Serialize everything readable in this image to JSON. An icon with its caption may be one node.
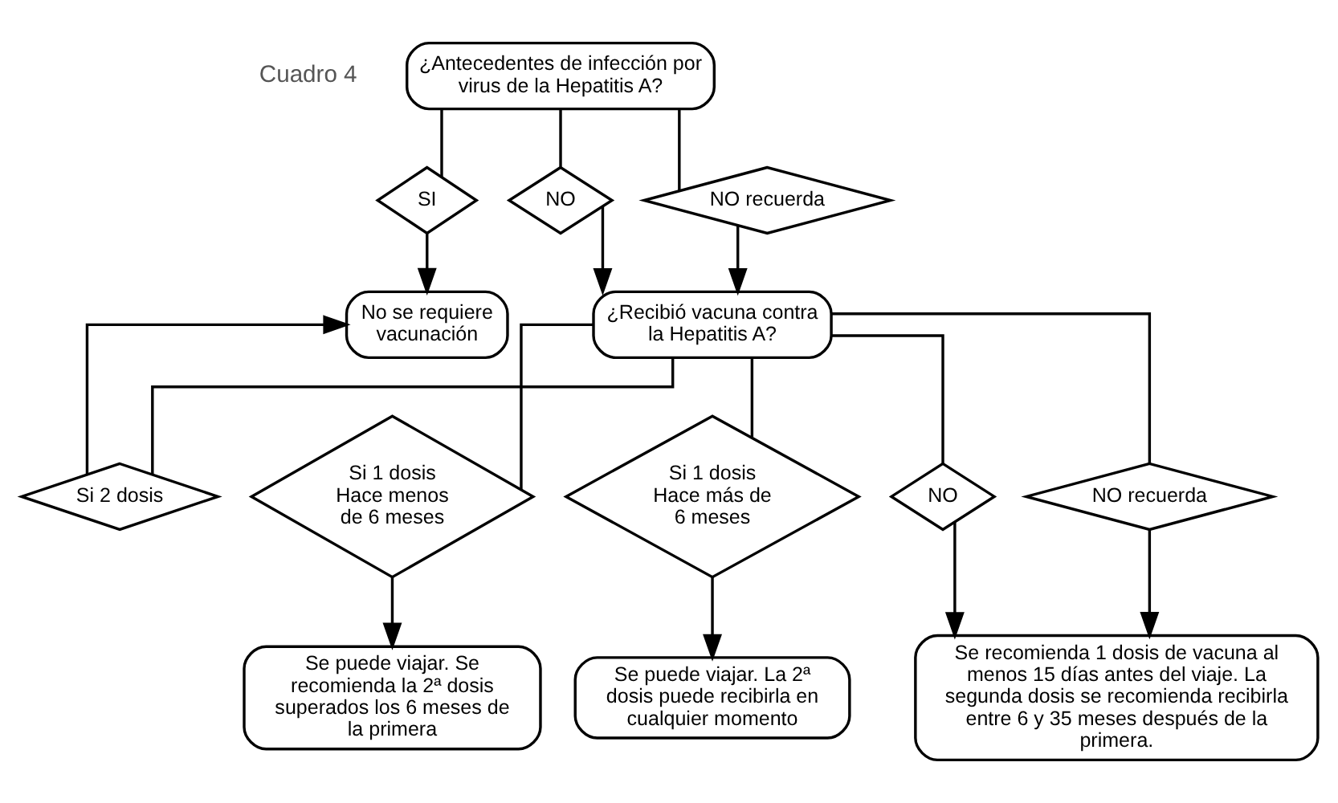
{
  "diagram": {
    "nodes": [
      {
        "text": [
          "¿Antecedentes de infección por virus de la Hepatitis A?"
        ]
      },
      {
        "text": [
          "SI"
        ]
      },
      {
        "text": [
          "NO"
        ]
      },
      {
        "text": [
          "NO recuerda"
        ]
      },
      {
        "text": [
          "No se requiere vacunación"
        ]
      },
      {
        "text": [
          "¿Recibió vacuna contra la Hepatitis A?"
        ]
      },
      {
        "text": [
          "Si 2 dosis"
        ]
      },
      {
        "text": [
          "Si 1 dosis Hace menos de 6 meses"
        ]
      },
      {
        "text": [
          "Si 1 dosis Hace más de 6 meses"
        ]
      },
      {
        "text": [
          "NO"
        ]
      },
      {
        "text": [
          "NO recuerda"
        ]
      },
      {
        "text": [
          "Se puede viajar. Se recomienda la 2ª dosis superados los 6 meses de la primera"
        ]
      },
      {
        "text": [
          "Se puede viajar. La 2ª dosis puede recibirla en cualquier momento"
        ]
      },
      {
        "text": [
          "Se recomienda 1 dosis de vacuna al menos 15 días antes del viaje. La segunda dosis se recomienda recibirla entre 6 y 35 meses después de la primera."
        ]
      }
    ],
    "edges": [
      {
        "from": 0,
        "to": 1,
        "arrow": "none"
      },
      {
        "from": 0,
        "to": 2,
        "arrow": "none"
      },
      {
        "from": 0,
        "to": 3,
        "arrow": "none"
      },
      {
        "from": 1,
        "to": 4,
        "arrow": "to"
      },
      {
        "from": 2,
        "to": 5,
        "arrow": "to"
      },
      {
        "from": 3,
        "to": 5,
        "arrow": "to"
      },
      {
        "from": 5,
        "to": 6,
        "arrow": "none"
      },
      {
        "from": 5,
        "to": 7,
        "arrow": "none"
      },
      {
        "from": 5,
        "to": 8,
        "arrow": "none"
      },
      {
        "from": 5,
        "to": 9,
        "arrow": "none"
      },
      {
        "from": 5,
        "to": 10,
        "arrow": "none"
      },
      {
        "from": 6,
        "to": 4,
        "arrow": "to"
      },
      {
        "from": 7,
        "to": 11,
        "arrow": "to"
      },
      {
        "from": 8,
        "to": 12,
        "arrow": "to"
      },
      {
        "from": 9,
        "to": 13,
        "arrow": "to"
      },
      {
        "from": 10,
        "to": 13,
        "arrow": "to"
      }
    ],
    "labels": [
      "Cuadro 4"
    ]
  }
}
